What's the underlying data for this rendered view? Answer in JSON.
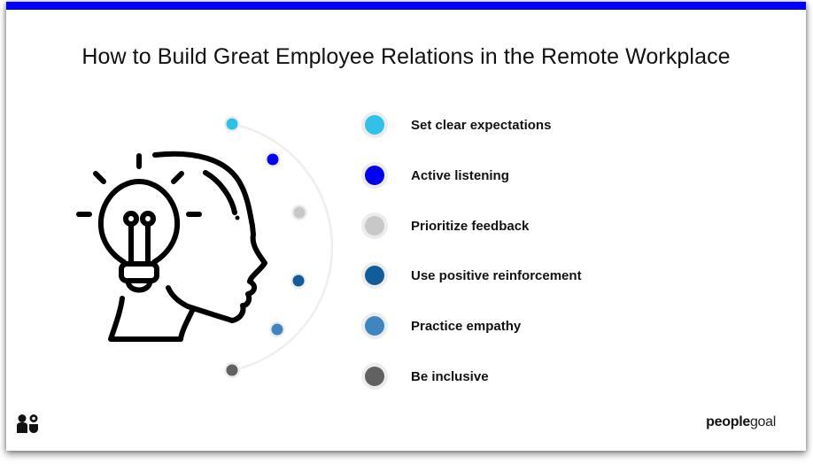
{
  "slide": {
    "title": "How to Build Great Employee Relations in the Remote Workplace",
    "accent_color": "#0000ff",
    "illustration": {
      "name": "head-with-lightbulb-icon",
      "arc_dots": [
        {
          "color": "#30c0e8"
        },
        {
          "color": "#0000ee"
        },
        {
          "color": "#c8c8c8"
        },
        {
          "color": "#135c9a"
        },
        {
          "color": "#3f85c0"
        },
        {
          "color": "#616161"
        }
      ]
    },
    "items": [
      {
        "label": "Set clear expectations",
        "color": "#30c0e8"
      },
      {
        "label": "Active listening",
        "color": "#0000ee"
      },
      {
        "label": "Prioritize feedback",
        "color": "#c8c8c8"
      },
      {
        "label": "Use positive reinforcement",
        "color": "#135c9a"
      },
      {
        "label": "Practice empathy",
        "color": "#3f85c0"
      },
      {
        "label": "Be inclusive",
        "color": "#616161"
      }
    ]
  },
  "footer": {
    "logo_icon": "peoplegoal-mark-icon",
    "brand_bold": "people",
    "brand_light": "goal"
  }
}
